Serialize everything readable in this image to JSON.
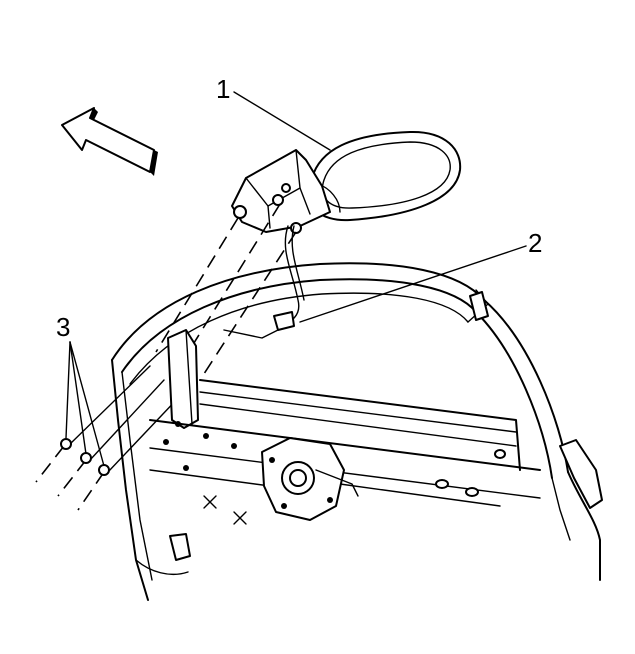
{
  "callouts": {
    "c1": "1",
    "c2": "2",
    "c3": "3"
  },
  "parts": {
    "mirror": "outside-rearview-mirror",
    "harness": "mirror-wiring-harness-connector",
    "nuts": "mirror-mounting-nuts",
    "arrow": "front-of-vehicle-arrow"
  }
}
